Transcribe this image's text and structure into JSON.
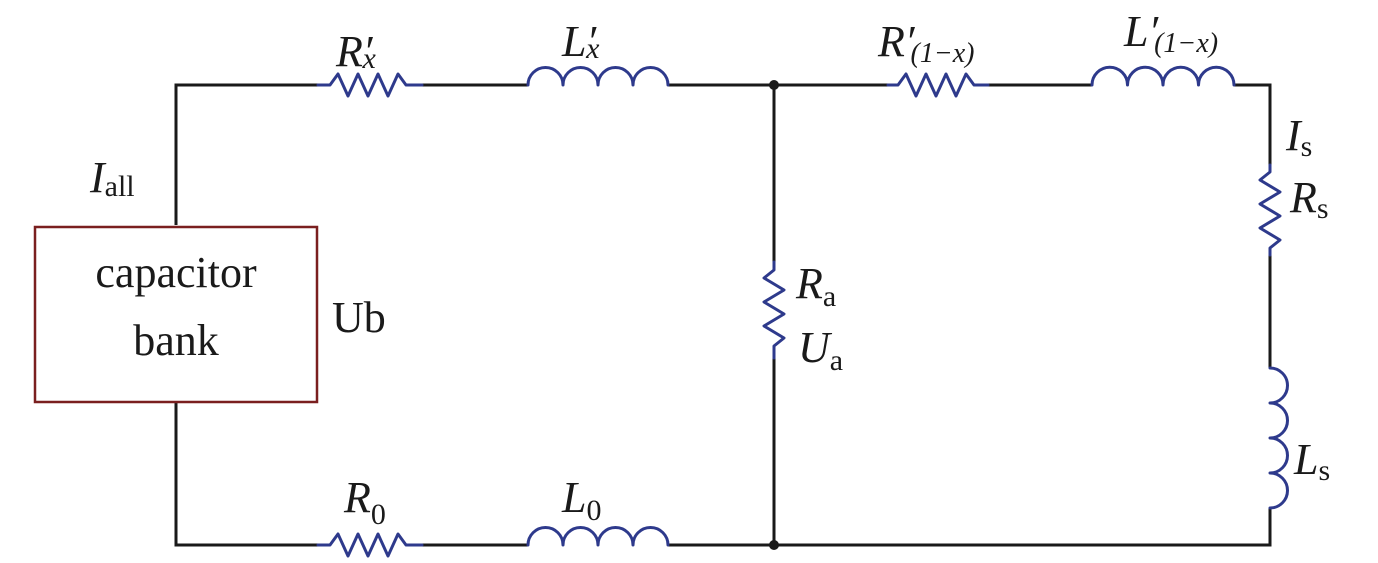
{
  "colors": {
    "wire": "#1a1a1a",
    "component": "#2e3a8c",
    "box_border": "#7a1f1f",
    "text": "#1a1a1a"
  },
  "box": {
    "line1": "capacitor",
    "line2": "bank"
  },
  "labels": {
    "ub": "Ub",
    "i_all": {
      "main": "I",
      "sub": "all"
    },
    "rx": {
      "main": "R′",
      "sub": "x"
    },
    "lx": {
      "main": "L′",
      "sub": "x"
    },
    "r1x": {
      "main": "R′",
      "sub": "(1−x)"
    },
    "l1x": {
      "main": "L′",
      "sub": "(1−x)"
    },
    "is": {
      "main": "I",
      "sub": "s"
    },
    "rs": {
      "main": "R",
      "sub": "s"
    },
    "ra": {
      "main": "R",
      "sub": "a"
    },
    "ua": {
      "main": "U",
      "sub": "a"
    },
    "ls": {
      "main": "L",
      "sub": "s"
    },
    "r0": {
      "main": "R",
      "sub": "0"
    },
    "l0": {
      "main": "L",
      "sub": "0"
    }
  }
}
